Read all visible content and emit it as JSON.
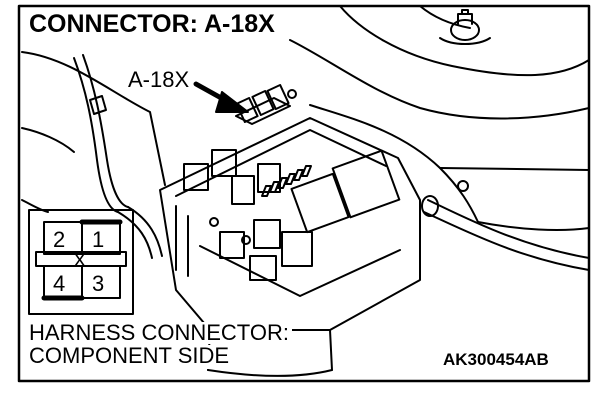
{
  "title": "CONNECTOR: A-18X",
  "callout": {
    "label": "A-18X"
  },
  "inset": {
    "pins": {
      "top_left": "2",
      "top_right": "1",
      "bottom_left": "4",
      "bottom_right": "3",
      "center": "X"
    }
  },
  "harness": {
    "line1": "HARNESS CONNECTOR:",
    "line2": "COMPONENT SIDE"
  },
  "figure_code": "AK300454AB"
}
